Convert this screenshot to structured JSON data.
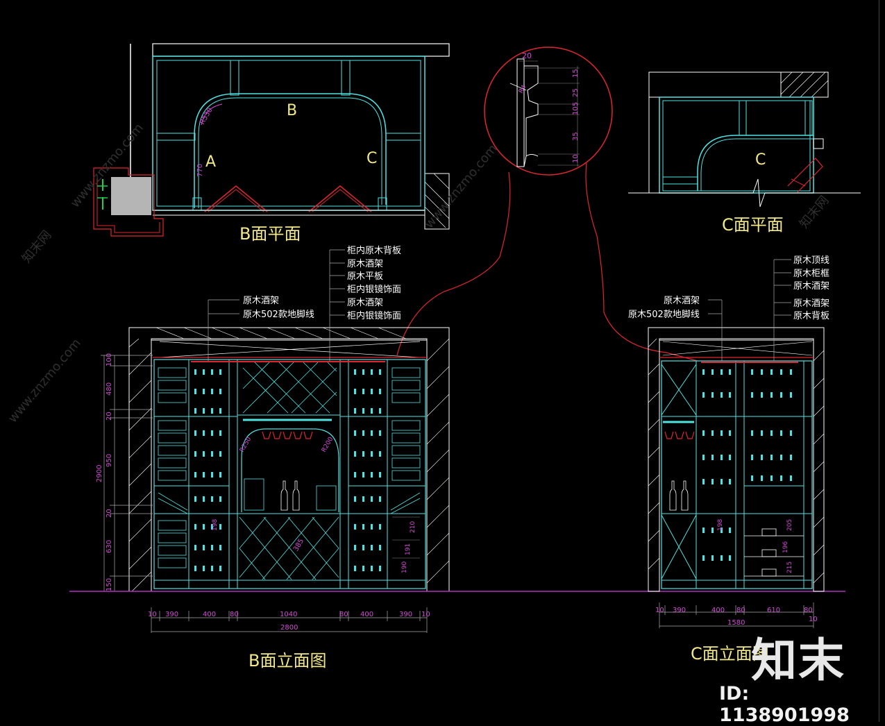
{
  "plans": {
    "b_plan_title": "B面平面",
    "c_plan_title": "C面平面",
    "b_plan_labels": {
      "a": "A",
      "b": "B",
      "c": "C",
      "dim_770": "770",
      "r": "R530"
    },
    "c_plan_labels": {
      "c": "C"
    }
  },
  "detail": {
    "dims": [
      "20",
      "15",
      "25",
      "105",
      "35",
      "10"
    ],
    "r": "R4"
  },
  "b_elevation": {
    "title": "B面立面图",
    "callouts_left": [
      "原木酒架",
      "原木502款地脚线"
    ],
    "callouts_right": [
      "柜内原木背板",
      "原木酒架",
      "原木平板",
      "柜内银镜饰面",
      "原木酒架",
      "柜内银镜饰面"
    ],
    "vertical_dims": [
      "100",
      "480",
      "20",
      "950",
      "20",
      "630",
      "150"
    ],
    "total_height": "2900",
    "horizontal_dims": [
      "10",
      "390",
      "400",
      "80",
      "1040",
      "80",
      "400",
      "390",
      "10"
    ],
    "total_width": "2800",
    "inner_dims": [
      "R250",
      "R200",
      "385",
      "198",
      "210",
      "191",
      "190"
    ]
  },
  "c_elevation": {
    "title": "C面立面图",
    "callouts_left": [
      "原木酒架",
      "原木502款地脚线"
    ],
    "callouts_right": [
      "原木顶线",
      "原木柜框",
      "原木酒架",
      "原木酒架",
      "原木背板"
    ],
    "horizontal_dims": [
      "10",
      "390",
      "400",
      "80",
      "610",
      "80",
      "10"
    ],
    "total_width": "1580",
    "inner_dims": [
      "198",
      "205",
      "196",
      "215"
    ]
  },
  "watermark": {
    "logo_text": "知末",
    "id_text": "ID: 1138901998",
    "site": "www.znzmo.com",
    "brand": "知末网"
  },
  "colors": {
    "background": "#000000",
    "cad_cyan": "#4fe3e3",
    "cad_red": "#e0262e",
    "cad_magenta": "#d24cd6",
    "cad_yellow": "#f3e98a"
  }
}
